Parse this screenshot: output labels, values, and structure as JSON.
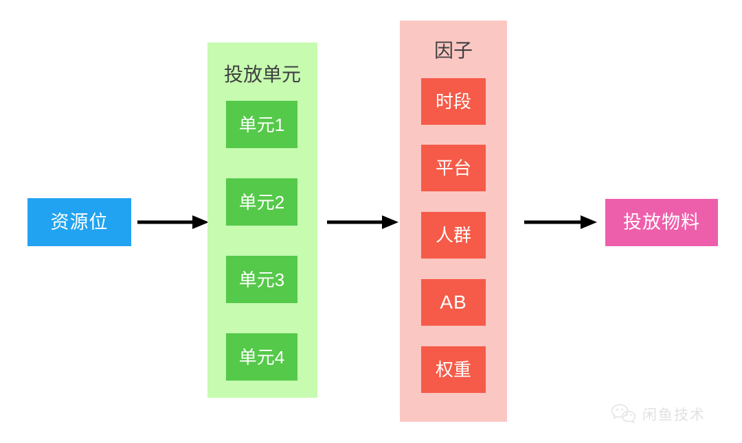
{
  "diagram": {
    "source_node": {
      "label": "资源位",
      "color": "#21a3f1"
    },
    "target_node": {
      "label": "投放物料",
      "color": "#ee5fab"
    },
    "groups": [
      {
        "title": "投放单元",
        "background": "#c6fbb0",
        "chip_color": "#55c94a",
        "items": [
          {
            "label": "单元1"
          },
          {
            "label": "单元2"
          },
          {
            "label": "单元3"
          },
          {
            "label": "单元4"
          }
        ]
      },
      {
        "title": "因子",
        "background": "#fbc7c3",
        "chip_color": "#f55b48",
        "items": [
          {
            "label": "时段"
          },
          {
            "label": "平台"
          },
          {
            "label": "人群"
          },
          {
            "label": "AB"
          },
          {
            "label": "权重"
          }
        ]
      }
    ],
    "arrows": [
      {
        "name": "arrow-source-to-units"
      },
      {
        "name": "arrow-units-to-factors"
      },
      {
        "name": "arrow-factors-to-target"
      }
    ],
    "arrow_color": "#000000"
  },
  "watermark": {
    "text": "闲鱼技术",
    "icon": "wechat-icon",
    "color": "#b9b9b9"
  }
}
